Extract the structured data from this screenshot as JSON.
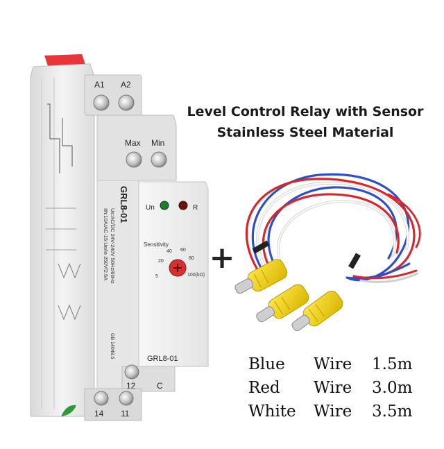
{
  "headline": {
    "line1": "Level Control Relay with Sensor",
    "line2": "Stainless Steel Material"
  },
  "plus_sign": "+",
  "relay": {
    "terminals_top": [
      "A1",
      "A2"
    ],
    "terminals_mid": [
      "Max",
      "Min"
    ],
    "terminals_bottom_front": [
      "12",
      "C"
    ],
    "terminals_bottom_back": [
      "14",
      "11"
    ],
    "model_vertical": "GRL8-01",
    "model_front": "GRL8-01",
    "led_un": "Un",
    "led_r": "R",
    "knob_title": "Sensitivity",
    "knob_scale": [
      "5",
      "20",
      "40",
      "60",
      "80",
      "100(kΩ)"
    ],
    "spec_lines": [
      "Us:AC/DC 24V-240V 50Hz/60Hz",
      "Ith:10A/AC-15:Ue/Ie 250V/2.5A"
    ],
    "standard": "GB 14048.5"
  },
  "colors": {
    "relay_body": "#ececec",
    "relay_shadow": "#cfcfcf",
    "red_cap": "#e8353a",
    "knob": "#d63030",
    "led_green": "#1f7a2e",
    "led_red": "#6b1414",
    "wire_blue": "#2f4fc8",
    "wire_red": "#d8262b",
    "wire_white": "#f2f2f2",
    "clip_yellow": "#f2d21a"
  },
  "wires": [
    {
      "color": "Blue",
      "type": "Wire",
      "length": "1.5m"
    },
    {
      "color": "Red",
      "type": "Wire",
      "length": "3.0m"
    },
    {
      "color": "White",
      "type": "Wire",
      "length": "3.5m"
    }
  ]
}
